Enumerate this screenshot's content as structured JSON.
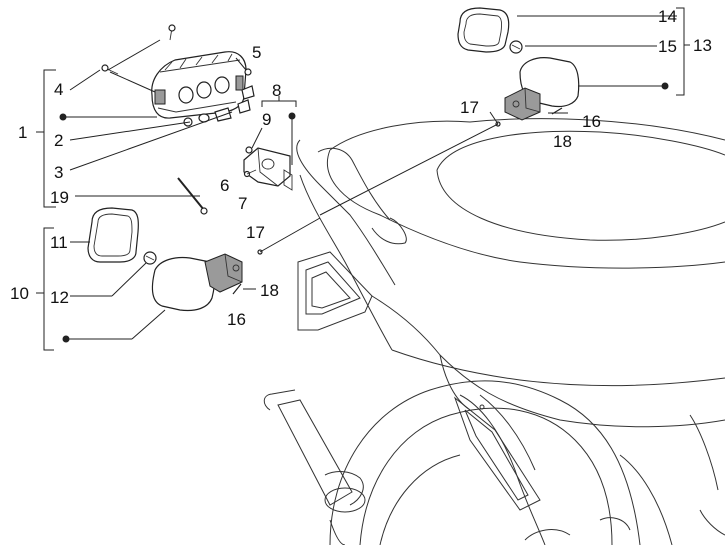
{
  "callouts": {
    "c1": "1",
    "c2": "2",
    "c3": "3",
    "c4": "4",
    "c5": "5",
    "c6": "6",
    "c7": "7",
    "c8": "8",
    "c9": "9",
    "c10": "10",
    "c11": "11",
    "c12": "12",
    "c13": "13",
    "c14": "14",
    "c15": "15",
    "c16a": "16",
    "c16b": "16",
    "c17a": "17",
    "c17b": "17",
    "c18a": "18",
    "c18b": "18",
    "c19": "19"
  },
  "colors": {
    "line": "#222222",
    "background": "#ffffff"
  }
}
